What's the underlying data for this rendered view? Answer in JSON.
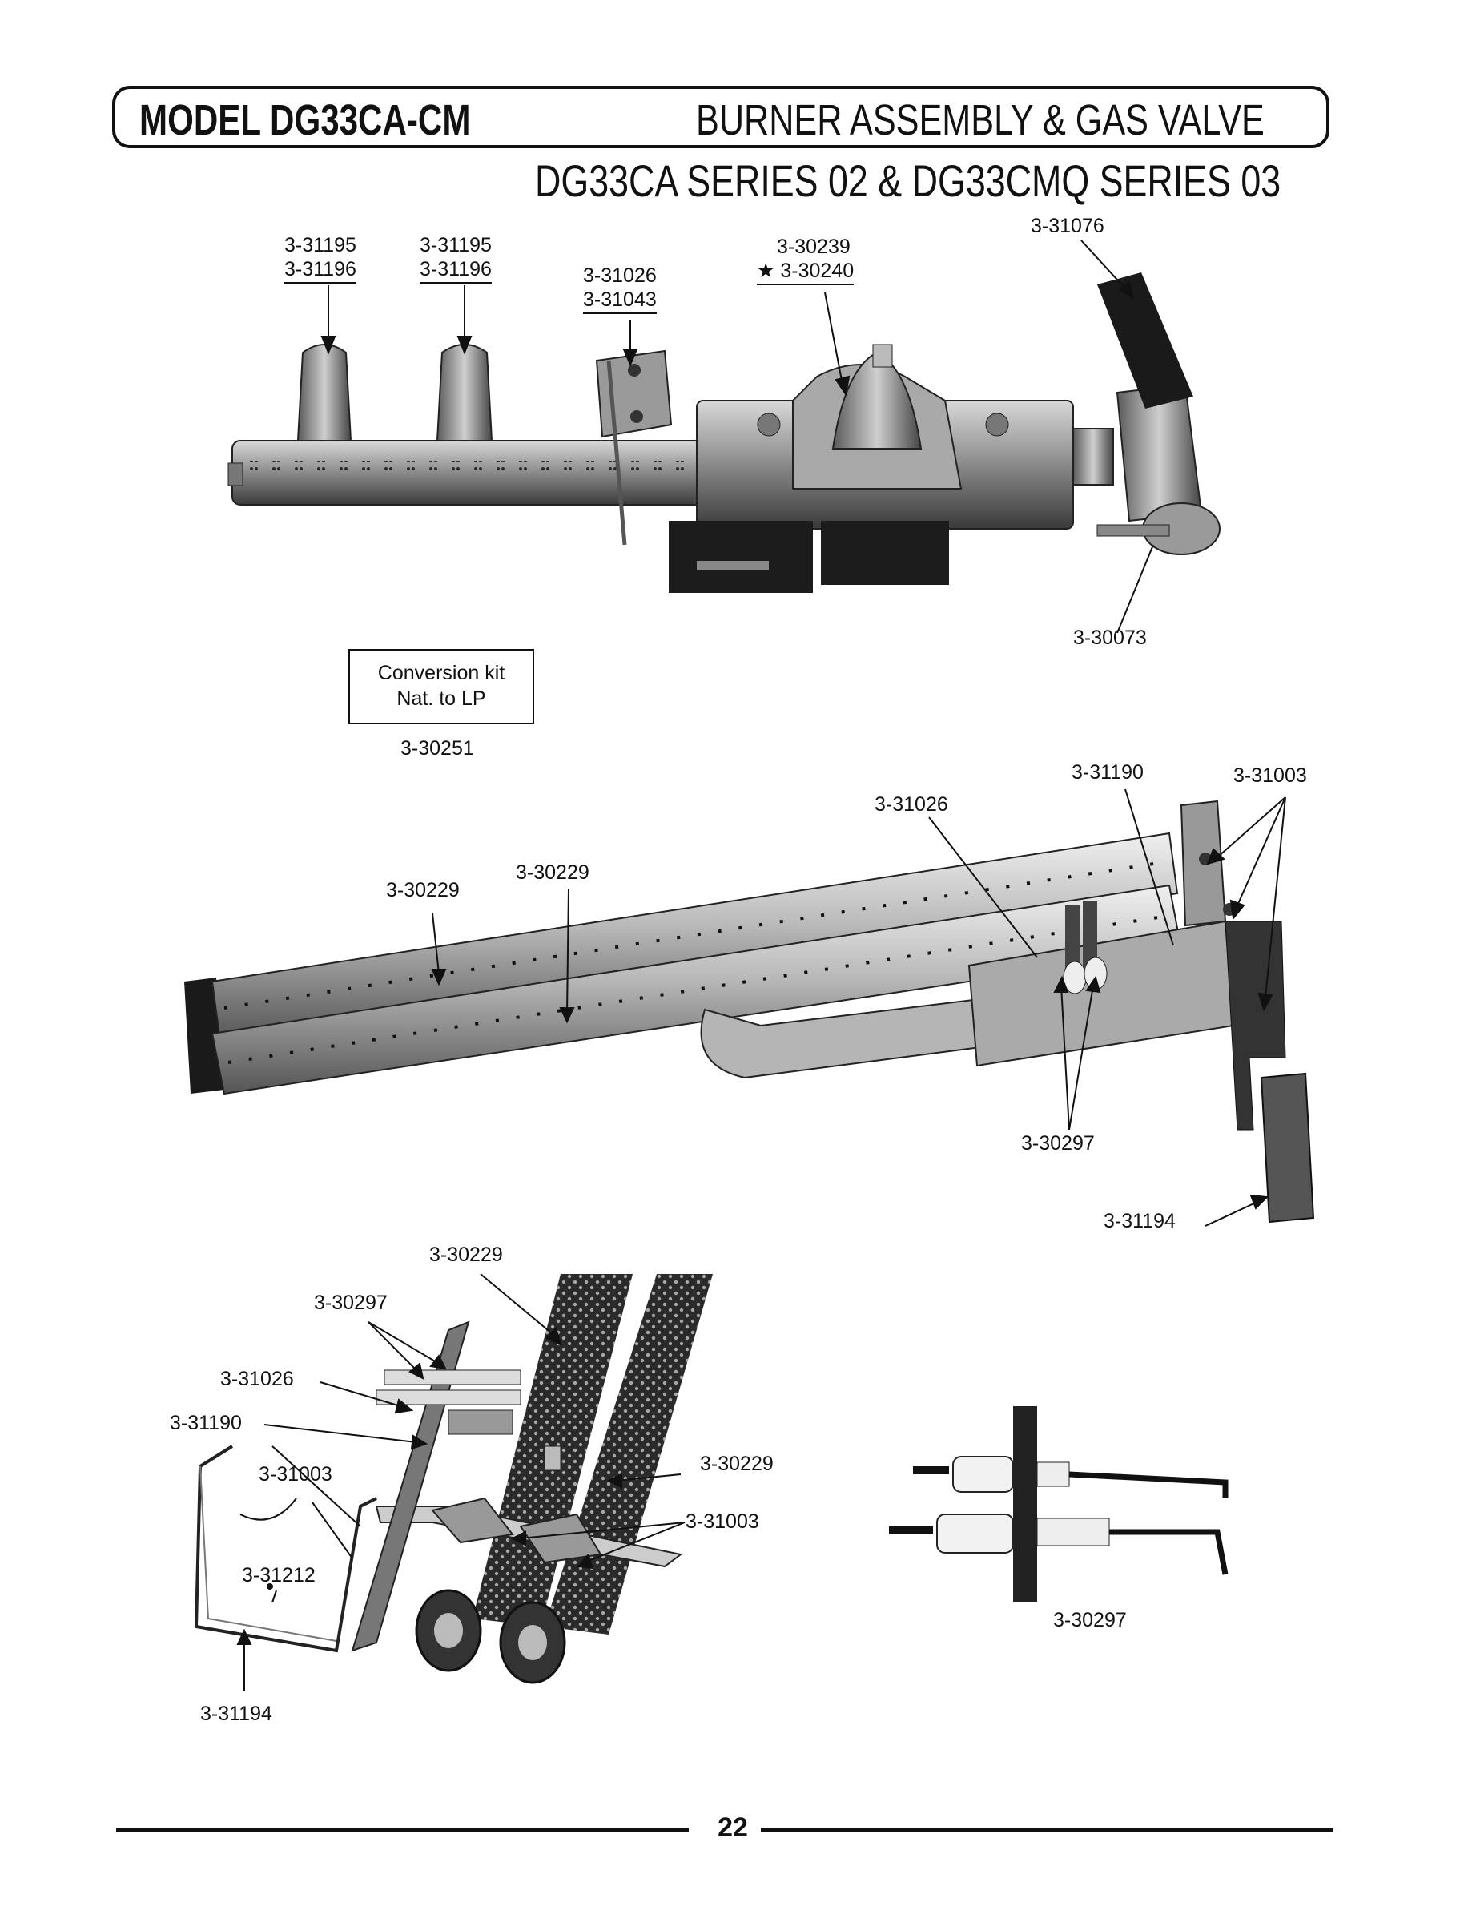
{
  "header": {
    "model": "MODEL DG33CA-CM",
    "section": "BURNER ASSEMBLY & GAS VALVE",
    "series": "DG33CA SERIES 02 & DG33CMQ SERIES 03"
  },
  "kit_box": {
    "line1": "Conversion kit",
    "line2": "Nat. to LP",
    "part": "3-30251"
  },
  "figure1": {
    "orifice_left_a": "3-31195",
    "orifice_left_b": "3-31196",
    "orifice_right_a": "3-31195",
    "orifice_right_b": "3-31196",
    "bracket_a": "3-31026",
    "bracket_b": "3-31043",
    "valve_a": "3-30239",
    "valve_b": "★ 3-30240",
    "pilot_tube": "3-31076",
    "fitting": "3-30073"
  },
  "figure2": {
    "burner_left": "3-30229",
    "burner_right": "3-30229",
    "bracket": "3-31026",
    "mount": "3-31190",
    "screws": "3-31003",
    "igniter": "3-30297",
    "shield": "3-31194"
  },
  "figure3": {
    "burner_top": "3-30229",
    "igniter": "3-30297",
    "bracket": "3-31026",
    "mount": "3-31190",
    "screws_left": "3-31003",
    "clip": "3-31212",
    "shield": "3-31194",
    "burner_right": "3-30229",
    "screws_right": "3-31003"
  },
  "figure4": {
    "igniter": "3-30297"
  },
  "footer": {
    "page_number": "22"
  }
}
